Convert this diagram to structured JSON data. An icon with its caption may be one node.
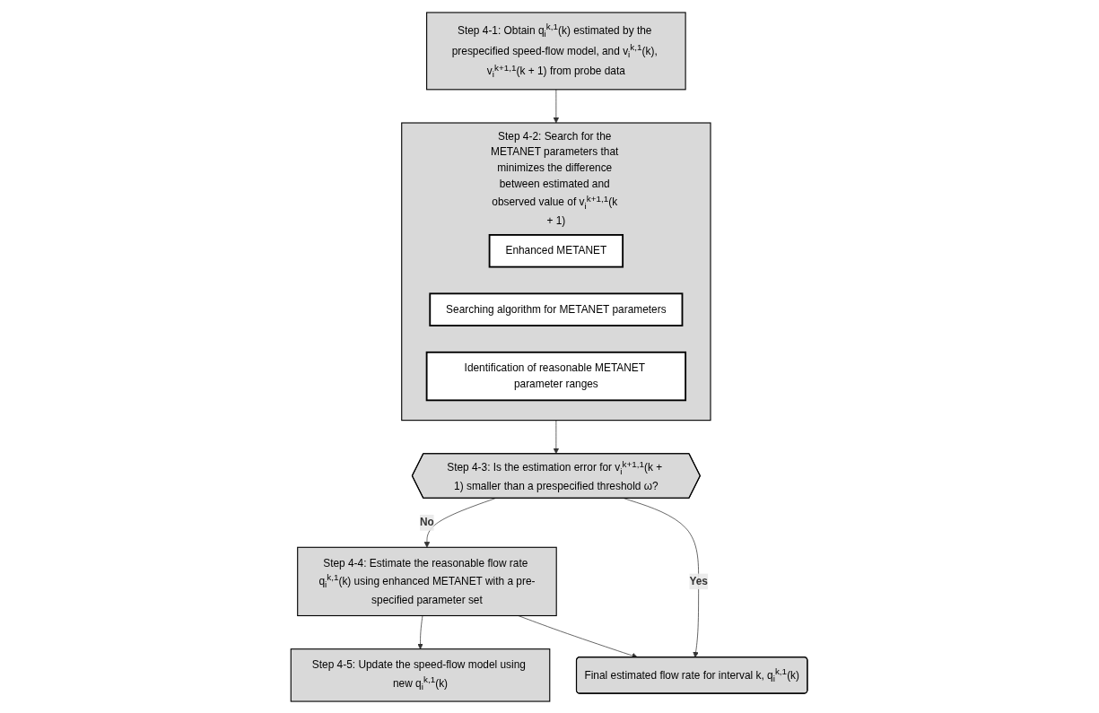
{
  "diagram": {
    "nodes": [
      {
        "text": [
          "Step 4-1: Obtain q$_{i}$$^{k,1}$(k) estimated by the prespecified speed-flow model, and v$_{i}$$^{k,1}$(k), v$_{i}$$^{k+1,1}$(k + 1) from probe data"
        ]
      },
      {
        "text": [
          "Step 4-2: Search for the METANET parameters that minimizes the difference between estimated and observed value of v$_{i}$$^{k+1,1}$(k + 1)"
        ]
      },
      {
        "text": [
          "Enhanced METANET"
        ],
        "in": 1
      },
      {
        "text": [
          "Searching algorithm for METANET parameters"
        ],
        "in": 1
      },
      {
        "text": [
          "Identification of reasonable METANET parameter ranges"
        ],
        "in": 1
      },
      {
        "text": [
          "Step 4-3: Is the estimation error for v$_{i}$$^{k+1,1}$(k + 1) smaller than a prespecified threshold ω?"
        ]
      },
      {
        "text": [
          "Step 4-4: Estimate the reasonable flow rate q$_{i}$$^{k,1}$(k) using enhanced METANET with a pre-specified parameter set"
        ]
      },
      {
        "text": [
          "Step 4-5: Update the speed-flow model using new q$_{i}$$^{k,1}$(k)"
        ]
      },
      {
        "text": [
          "Final estimated flow rate for interval k, q$_{i}$$^{k,1}$(k)"
        ]
      }
    ],
    "edges": [
      {
        "from": 0,
        "to": 1,
        "arrow": "to"
      },
      {
        "from": 1,
        "to": 5,
        "arrow": "to"
      },
      {
        "from": 5,
        "to": 6,
        "arrow": "to",
        "label": "No"
      },
      {
        "from": 6,
        "to": 7,
        "arrow": "to"
      },
      {
        "from": 5,
        "to": 8,
        "arrow": "to",
        "label": "Yes"
      },
      {
        "from": 6,
        "to": 8,
        "arrow": "to"
      }
    ]
  }
}
